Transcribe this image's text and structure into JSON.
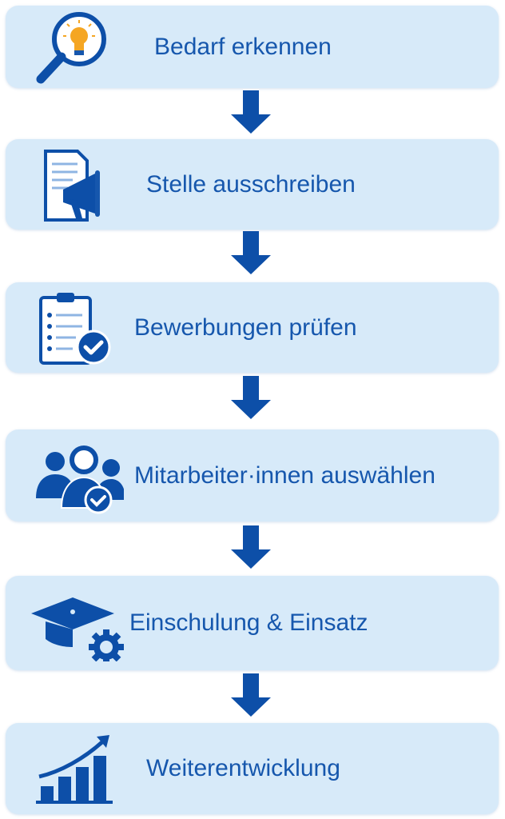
{
  "colors": {
    "box": "#d7eaf9",
    "text": "#1657ad",
    "icon": "#0d4fa8",
    "accent": "#f5a623"
  },
  "steps": [
    {
      "label": "Bedarf erkennen",
      "icon": "magnifier-lightbulb-icon"
    },
    {
      "label": "Stelle ausschreiben",
      "icon": "document-megaphone-icon"
    },
    {
      "label": "Bewerbungen prüfen",
      "icon": "clipboard-check-icon"
    },
    {
      "label": "Mitarbeiter·innen auswählen",
      "icon": "people-check-icon"
    },
    {
      "label": "Einschulung & Einsatz",
      "icon": "graduation-cap-gear-icon"
    },
    {
      "label": "Weiterentwicklung",
      "icon": "growth-chart-icon"
    }
  ]
}
